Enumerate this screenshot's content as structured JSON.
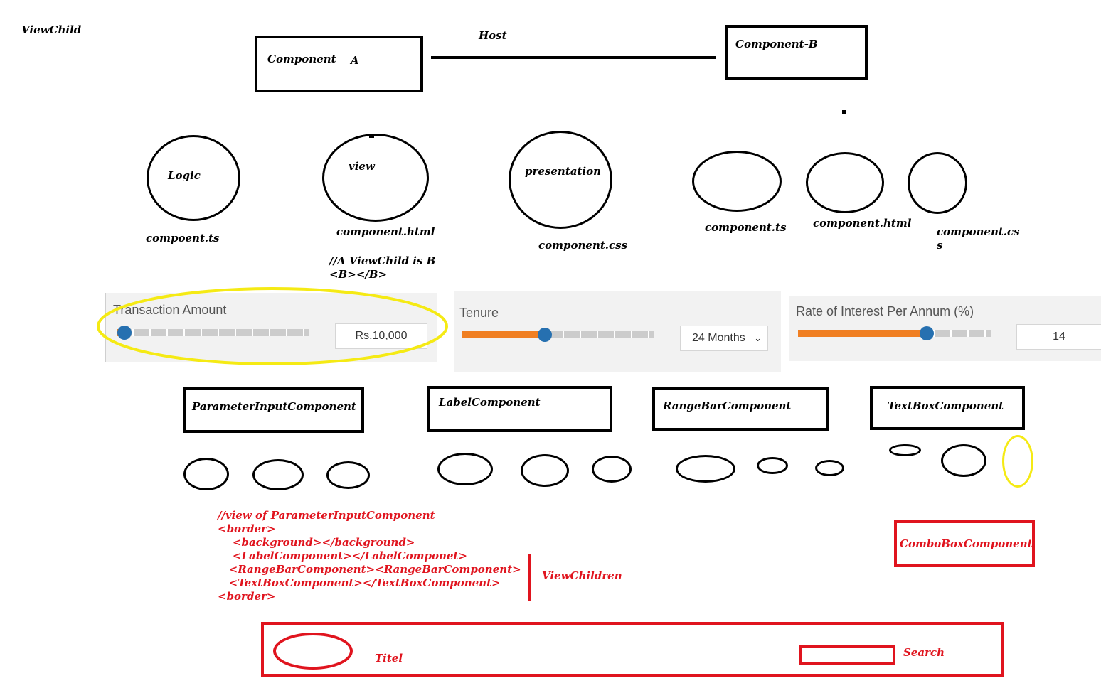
{
  "page_title": "ViewChild",
  "top": {
    "component_a": "Component",
    "component_a_letter": "A",
    "host_label": "Host",
    "component_b": "Component-B"
  },
  "circles_a": [
    {
      "inner": "Logic",
      "caption": "compoent.ts"
    },
    {
      "inner": "view",
      "caption": "component.html"
    },
    {
      "inner": "presentation",
      "caption": "component.css"
    }
  ],
  "circles_b": [
    {
      "caption": "component.ts"
    },
    {
      "caption": "component.html"
    },
    {
      "caption_line1": "component.cs",
      "caption_line2": "s"
    }
  ],
  "note": {
    "line1": "//A ViewChild is B",
    "line2": "<B></B>"
  },
  "ui": {
    "transaction": {
      "label": "Transaction Amount",
      "value": "Rs.10,000",
      "fill_fraction": 0.0
    },
    "tenure": {
      "label": "Tenure",
      "selected": "24 Months",
      "fill_fraction": 0.43
    },
    "rate": {
      "label": "Rate of Interest Per Annum (%)",
      "value": "14",
      "fill_fraction": 0.67
    }
  },
  "components": [
    "ParameterInputComponent",
    "LabelComponent",
    "RangeBarComponent",
    "TextBoxComponent"
  ],
  "code_lines": [
    "//view of ParameterInputComponent",
    "<border>",
    "    <background></background>",
    "    <LabelComponent></LabelComponet>",
    "   <RangeBarComponent><RangeBarComponent>",
    "   <TextBoxComponent></TextBoxComponent>",
    "<border>"
  ],
  "viewchildren_label": "ViewChildren",
  "combo_label": "ComboBoxComponent",
  "header": {
    "title": "Titel",
    "search": "Search"
  },
  "colors": {
    "ink": "#000000",
    "red": "#e0141e",
    "yellow": "#f5ea14",
    "orange": "#f07f22",
    "knob": "#2670b0"
  }
}
